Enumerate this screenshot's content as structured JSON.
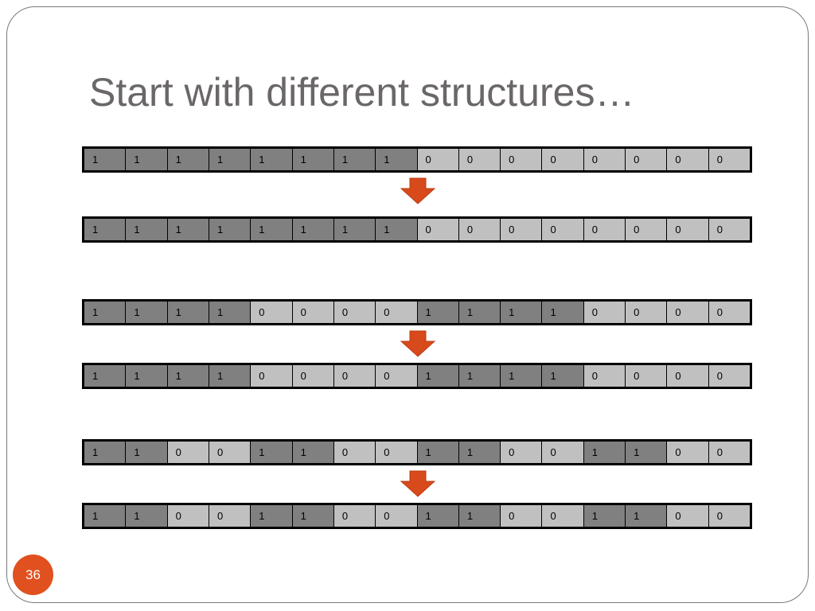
{
  "slide": {
    "title": "Start with different structures…",
    "page_number": "36"
  },
  "rows": [
    {
      "bits": [
        "1",
        "1",
        "1",
        "1",
        "1",
        "1",
        "1",
        "1",
        "0",
        "0",
        "0",
        "0",
        "0",
        "0",
        "0",
        "0"
      ]
    },
    {
      "bits": [
        "1",
        "1",
        "1",
        "1",
        "1",
        "1",
        "1",
        "1",
        "0",
        "0",
        "0",
        "0",
        "0",
        "0",
        "0",
        "0"
      ]
    },
    {
      "bits": [
        "1",
        "1",
        "1",
        "1",
        "0",
        "0",
        "0",
        "0",
        "1",
        "1",
        "1",
        "1",
        "0",
        "0",
        "0",
        "0"
      ]
    },
    {
      "bits": [
        "1",
        "1",
        "1",
        "1",
        "0",
        "0",
        "0",
        "0",
        "1",
        "1",
        "1",
        "1",
        "0",
        "0",
        "0",
        "0"
      ]
    },
    {
      "bits": [
        "1",
        "1",
        "0",
        "0",
        "1",
        "1",
        "0",
        "0",
        "1",
        "1",
        "0",
        "0",
        "1",
        "1",
        "0",
        "0"
      ]
    },
    {
      "bits": [
        "1",
        "1",
        "0",
        "0",
        "1",
        "1",
        "0",
        "0",
        "1",
        "1",
        "0",
        "0",
        "1",
        "1",
        "0",
        "0"
      ]
    }
  ],
  "arrow_icon": "down-arrow-icon",
  "colors": {
    "cell_one": "#808080",
    "cell_zero": "#c0c0c0",
    "arrow": "#d84a1b",
    "badge": "#e1501f",
    "title": "#6b6767"
  }
}
